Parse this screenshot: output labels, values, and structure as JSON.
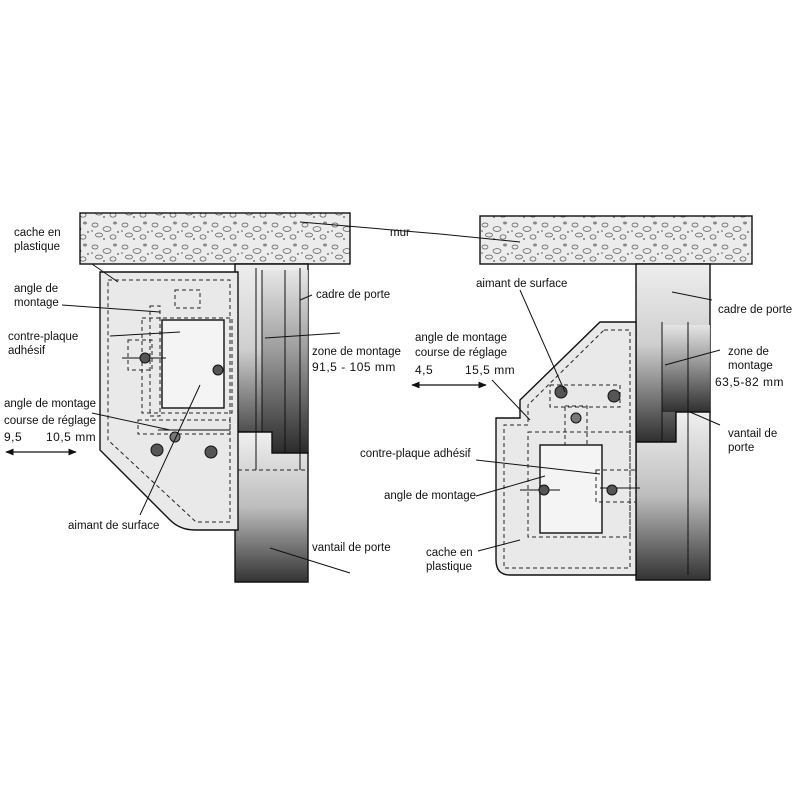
{
  "colors": {
    "ink": "#111111",
    "stone_fill": "#e8e8e8",
    "cover_fill": "#e9e9e9",
    "frame_dark": "#3a3a3a",
    "frame_light": "#d8d8d8"
  },
  "left": {
    "labels": {
      "cache_line1": "cache en",
      "cache_line2": "plastique",
      "angle_line1": "angle de",
      "angle_line2": "montage",
      "contre_line1": "contre-plaque",
      "contre_line2": "adhésif",
      "course_line1": "angle de montage",
      "course_line2": "course de réglage",
      "range_min": "9,5",
      "range_max": "10,5  mm",
      "aimant": "aimant de surface",
      "mur": "mur",
      "cadre": "cadre de porte",
      "zone_line1": "zone de montage",
      "zone_line2": "91,5  -  105  mm",
      "vantail": "vantail de porte"
    }
  },
  "right": {
    "labels": {
      "aimant": "aimant de surface",
      "cadre": "cadre de porte",
      "course_line1": "angle de montage",
      "course_line2": "course de réglage",
      "range_min": "4,5",
      "range_max": "15,5  mm",
      "zone_line1": "zone de",
      "zone_line2": "montage",
      "zone_line3": "63,5-82  mm",
      "vantail_line1": "vantail de",
      "vantail_line2": "porte",
      "contre": "contre-plaque adhésif",
      "angle": "angle de montage",
      "cache_line1": "cache en",
      "cache_line2": "plastique"
    }
  }
}
